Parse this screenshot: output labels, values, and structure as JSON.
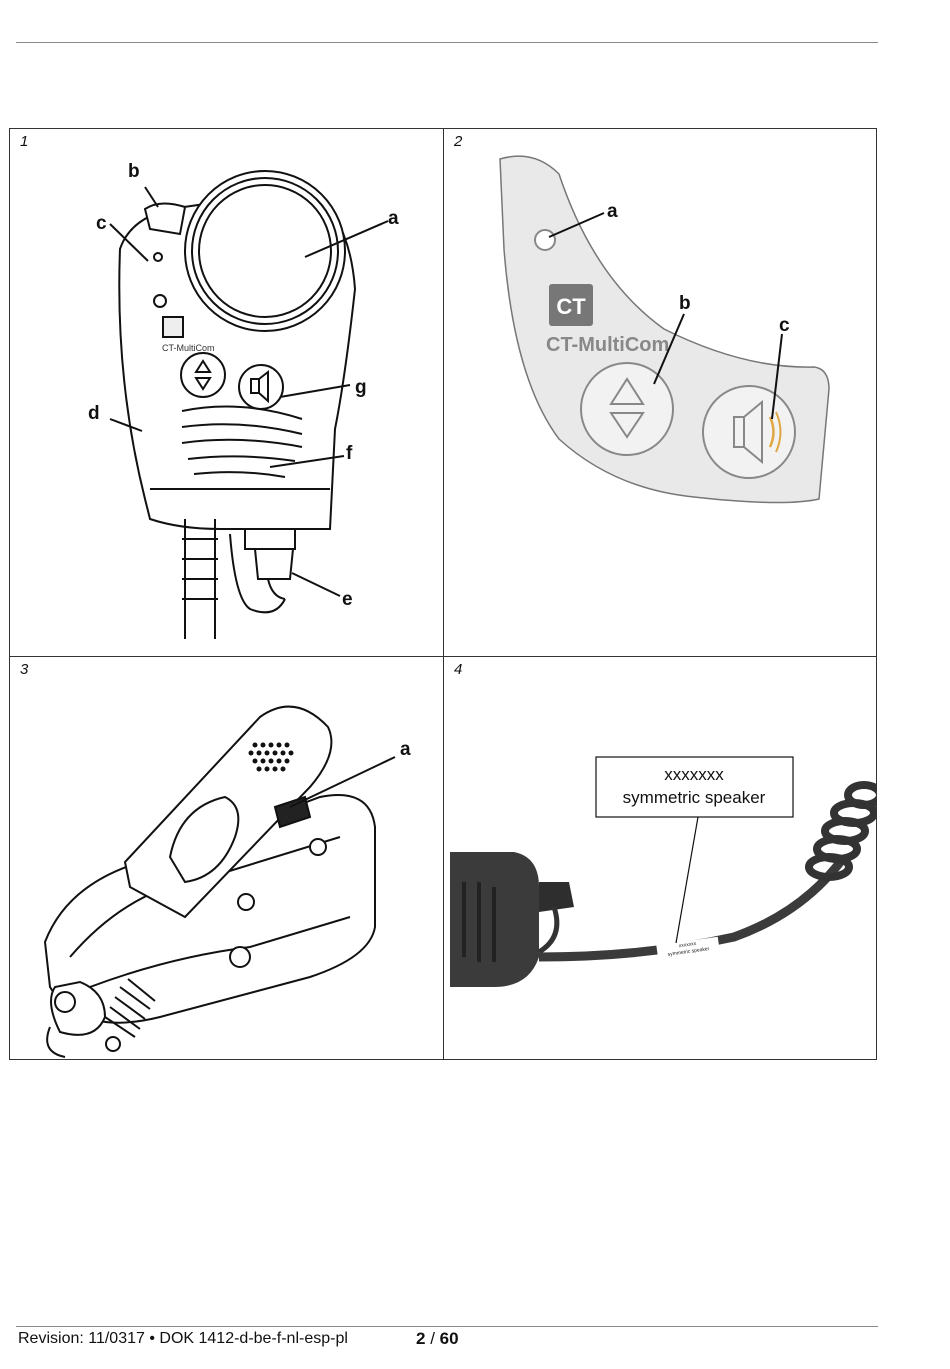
{
  "figures": [
    {
      "number": "1",
      "labels": {
        "a": "a",
        "b": "b",
        "c": "c",
        "d": "d",
        "e": "e",
        "f": "f",
        "g": "g"
      },
      "brand": "CT-MultiCom"
    },
    {
      "number": "2",
      "labels": {
        "a": "a",
        "b": "b",
        "c": "c"
      },
      "brand": "CT-MultiCom"
    },
    {
      "number": "3",
      "labels": {
        "a": "a"
      }
    },
    {
      "number": "4",
      "callout_line1": "xxxxxxx",
      "callout_line2": "symmetric speaker",
      "cable_tag_line1": "xxxxxxx",
      "cable_tag_line2": "symmetric speaker"
    }
  ],
  "footer": {
    "revision_text": "Revision: 11/0317 • DOK 1412-d-be-f-nl-esp-pl",
    "page_current": "2",
    "page_separator": " / ",
    "page_total": "60"
  },
  "colors": {
    "line": "#111111",
    "panel_grey": "#e9e9e9",
    "cable_dark": "#3b3b3b",
    "speaker_accent": "#e0a640"
  }
}
